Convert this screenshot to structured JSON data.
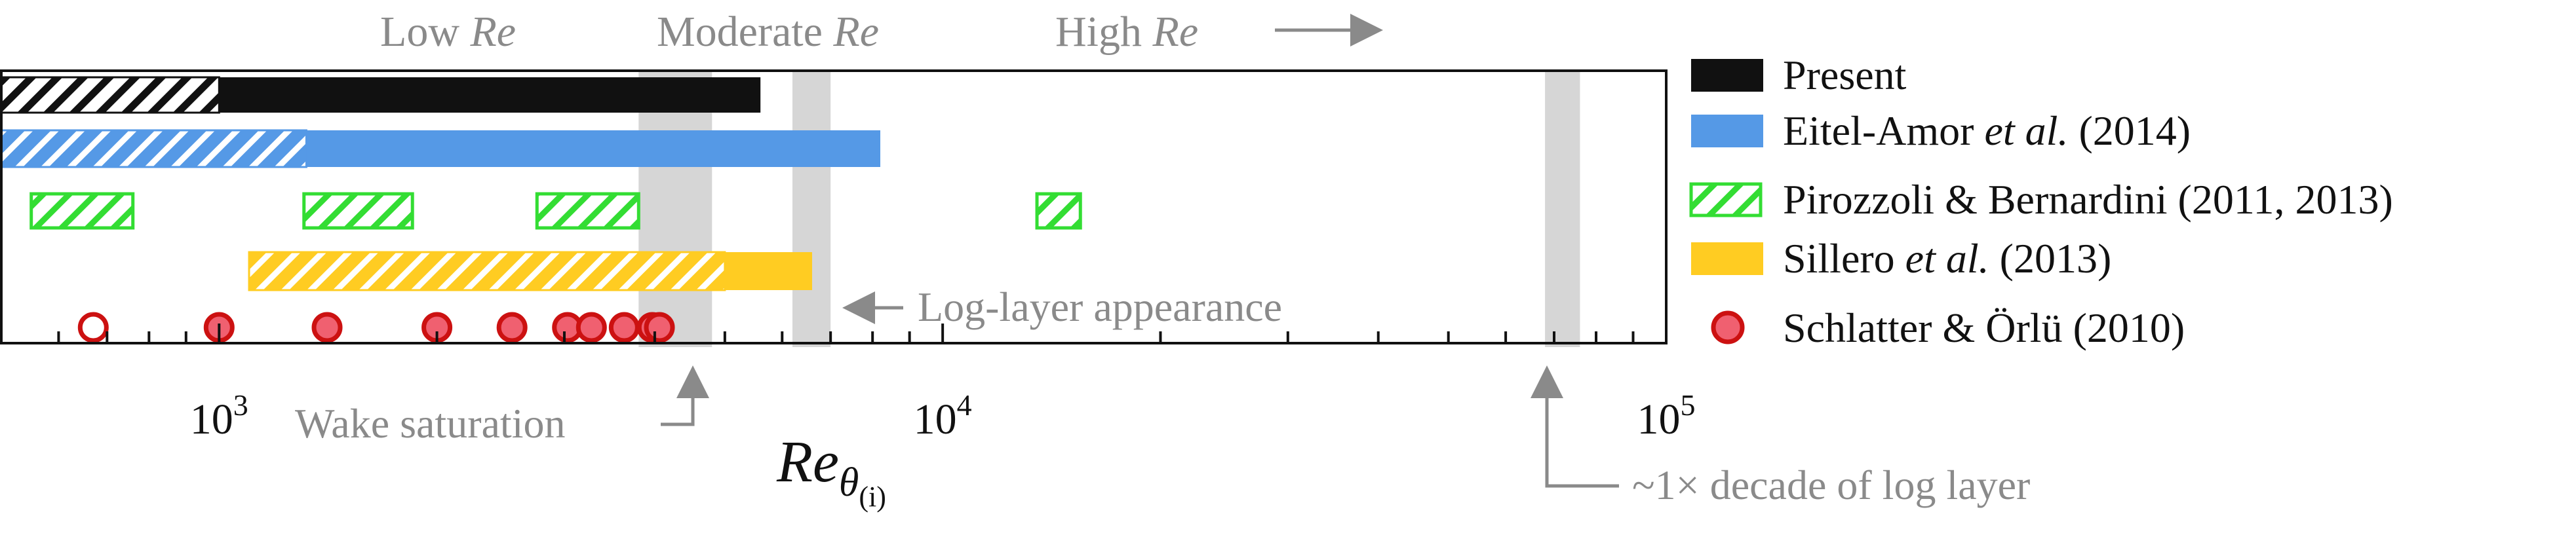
{
  "chart_data": {
    "type": "range-bar",
    "x_scale": "log",
    "x_range": [
      500,
      100000
    ],
    "x_ticks": [
      {
        "value": 1000,
        "base": "10",
        "exp": "3"
      },
      {
        "value": 10000,
        "base": "10",
        "exp": "4"
      },
      {
        "value": 100000,
        "base": "10",
        "exp": "5"
      }
    ],
    "xlabel": {
      "main": "Re",
      "sub": "θ",
      "subsub": "(i)"
    },
    "regime_labels": [
      {
        "prefix": "Low ",
        "italic": "Re",
        "suffix": ""
      },
      {
        "prefix": "Moderate ",
        "italic": "Re",
        "suffix": ""
      },
      {
        "prefix": "High ",
        "italic": "Re",
        "suffix": ""
      }
    ],
    "shaded_bands": [
      {
        "from": 3800,
        "to": 4800,
        "label": "Wake saturation"
      },
      {
        "from": 6200,
        "to": 7000,
        "label": "Log-layer appearance"
      },
      {
        "from": 68000,
        "to": 76000,
        "label": "~1× decade of log layer"
      }
    ],
    "colors": {
      "present": "#111111",
      "eitel": "#5599e6",
      "pirozzoli": "#33dd33",
      "sillero": "#ffcc22",
      "schlatter_edge": "#cc1111",
      "schlatter_fill": "#f06070",
      "band": "#d6d6d6",
      "annotation": "#8a8a8a"
    },
    "series": [
      {
        "key": "present",
        "name": "Present",
        "style": "hatched+solid",
        "ranges": [
          {
            "from": 500,
            "to": 1000,
            "hatched": true
          },
          {
            "from": 1000,
            "to": 5600,
            "hatched": false
          }
        ]
      },
      {
        "key": "eitel",
        "name": "Eitel-Amor",
        "name_italic": "et al.",
        "name_suffix": " (2014)",
        "style": "hatched+solid",
        "ranges": [
          {
            "from": 500,
            "to": 1320,
            "hatched": true
          },
          {
            "from": 1320,
            "to": 8200,
            "hatched": false
          }
        ]
      },
      {
        "key": "pirozzoli",
        "name": "Pirozzoli & Bernardini (2011, 2013)",
        "style": "hatched",
        "ranges": [
          {
            "from": 550,
            "to": 760,
            "hatched": true
          },
          {
            "from": 1310,
            "to": 1850,
            "hatched": true
          },
          {
            "from": 2750,
            "to": 3800,
            "hatched": true
          },
          {
            "from": 13500,
            "to": 15500,
            "hatched": true
          }
        ]
      },
      {
        "key": "sillero",
        "name": "Sillero",
        "name_italic": "et al.",
        "name_suffix": " (2013)",
        "style": "hatched+solid",
        "ranges": [
          {
            "from": 1100,
            "to": 5000,
            "hatched": true
          },
          {
            "from": 5000,
            "to": 6600,
            "hatched": false
          }
        ]
      },
      {
        "key": "schlatter",
        "name": "Schlatter & Örlü (2010)",
        "style": "markers",
        "points": [
          {
            "x": 670,
            "open": true
          },
          {
            "x": 1000
          },
          {
            "x": 1410
          },
          {
            "x": 2000
          },
          {
            "x": 2540
          },
          {
            "x": 3030
          },
          {
            "x": 3270
          },
          {
            "x": 3630
          },
          {
            "x": 3970
          },
          {
            "x": 4060
          }
        ]
      }
    ]
  }
}
